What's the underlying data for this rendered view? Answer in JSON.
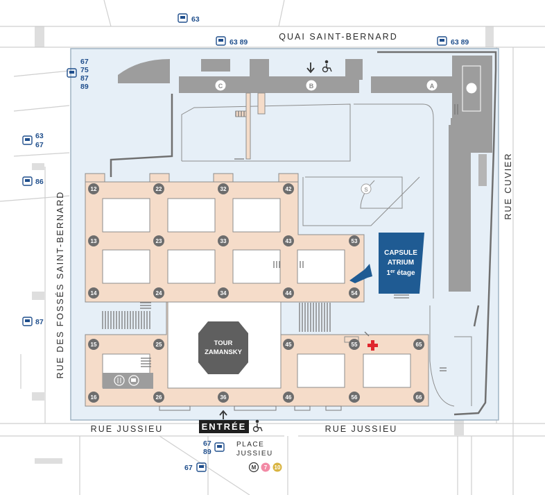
{
  "streets": {
    "quai": "QUAI SAINT-BERNARD",
    "cuvier": "RUE CUVIER",
    "fosses": "RUE DES FOSSÉS SAINT-BERNARD",
    "jussieu_left": "RUE JUSSIEU",
    "jussieu_right": "RUE JUSSIEU"
  },
  "bus_stops": {
    "top_63": "63",
    "quai_mid": "63 89",
    "quai_right": "63 89",
    "left_l1": "67",
    "left_l2": "75",
    "left_l3": "87",
    "left_l4": "89",
    "mid_left_a": "63",
    "mid_left_b": "67",
    "left_86": "86",
    "left_87": "87",
    "place_a": "67",
    "place_b": "89",
    "bottom_67": "67"
  },
  "buildings": {
    "A": "A",
    "B": "B",
    "C": "C",
    "S": "S"
  },
  "nodes": [
    "12",
    "22",
    "32",
    "42",
    "13",
    "23",
    "33",
    "43",
    "53",
    "14",
    "24",
    "34",
    "44",
    "54",
    "15",
    "25",
    "45",
    "55",
    "65",
    "16",
    "26",
    "36",
    "46",
    "56",
    "66"
  ],
  "capsule": {
    "line1": "CAPSULE",
    "line2": "ATRIUM",
    "line3_num": "1",
    "line3_sup": "er",
    "line3_rest": " étage"
  },
  "tower": {
    "line1": "TOUR",
    "line2": "ZAMANSKY"
  },
  "entrance": {
    "label": "ENTRÉE"
  },
  "place_jussieu": {
    "line1": "PLACE",
    "line2": "JUSSIEU"
  },
  "metro": {
    "symbol": "M",
    "line7": "7",
    "line10": "10"
  },
  "colors": {
    "campus_bg": "#e6eff7",
    "building_gray": "#9d9d9d",
    "walkway": "#f5dcc9",
    "node": "#6d6d6d",
    "capsule": "#1f5b93",
    "bus": "#1f4e8c",
    "red_cross": "#e0262d",
    "metro_7": "#f28aa5",
    "metro_10": "#d9b441"
  }
}
